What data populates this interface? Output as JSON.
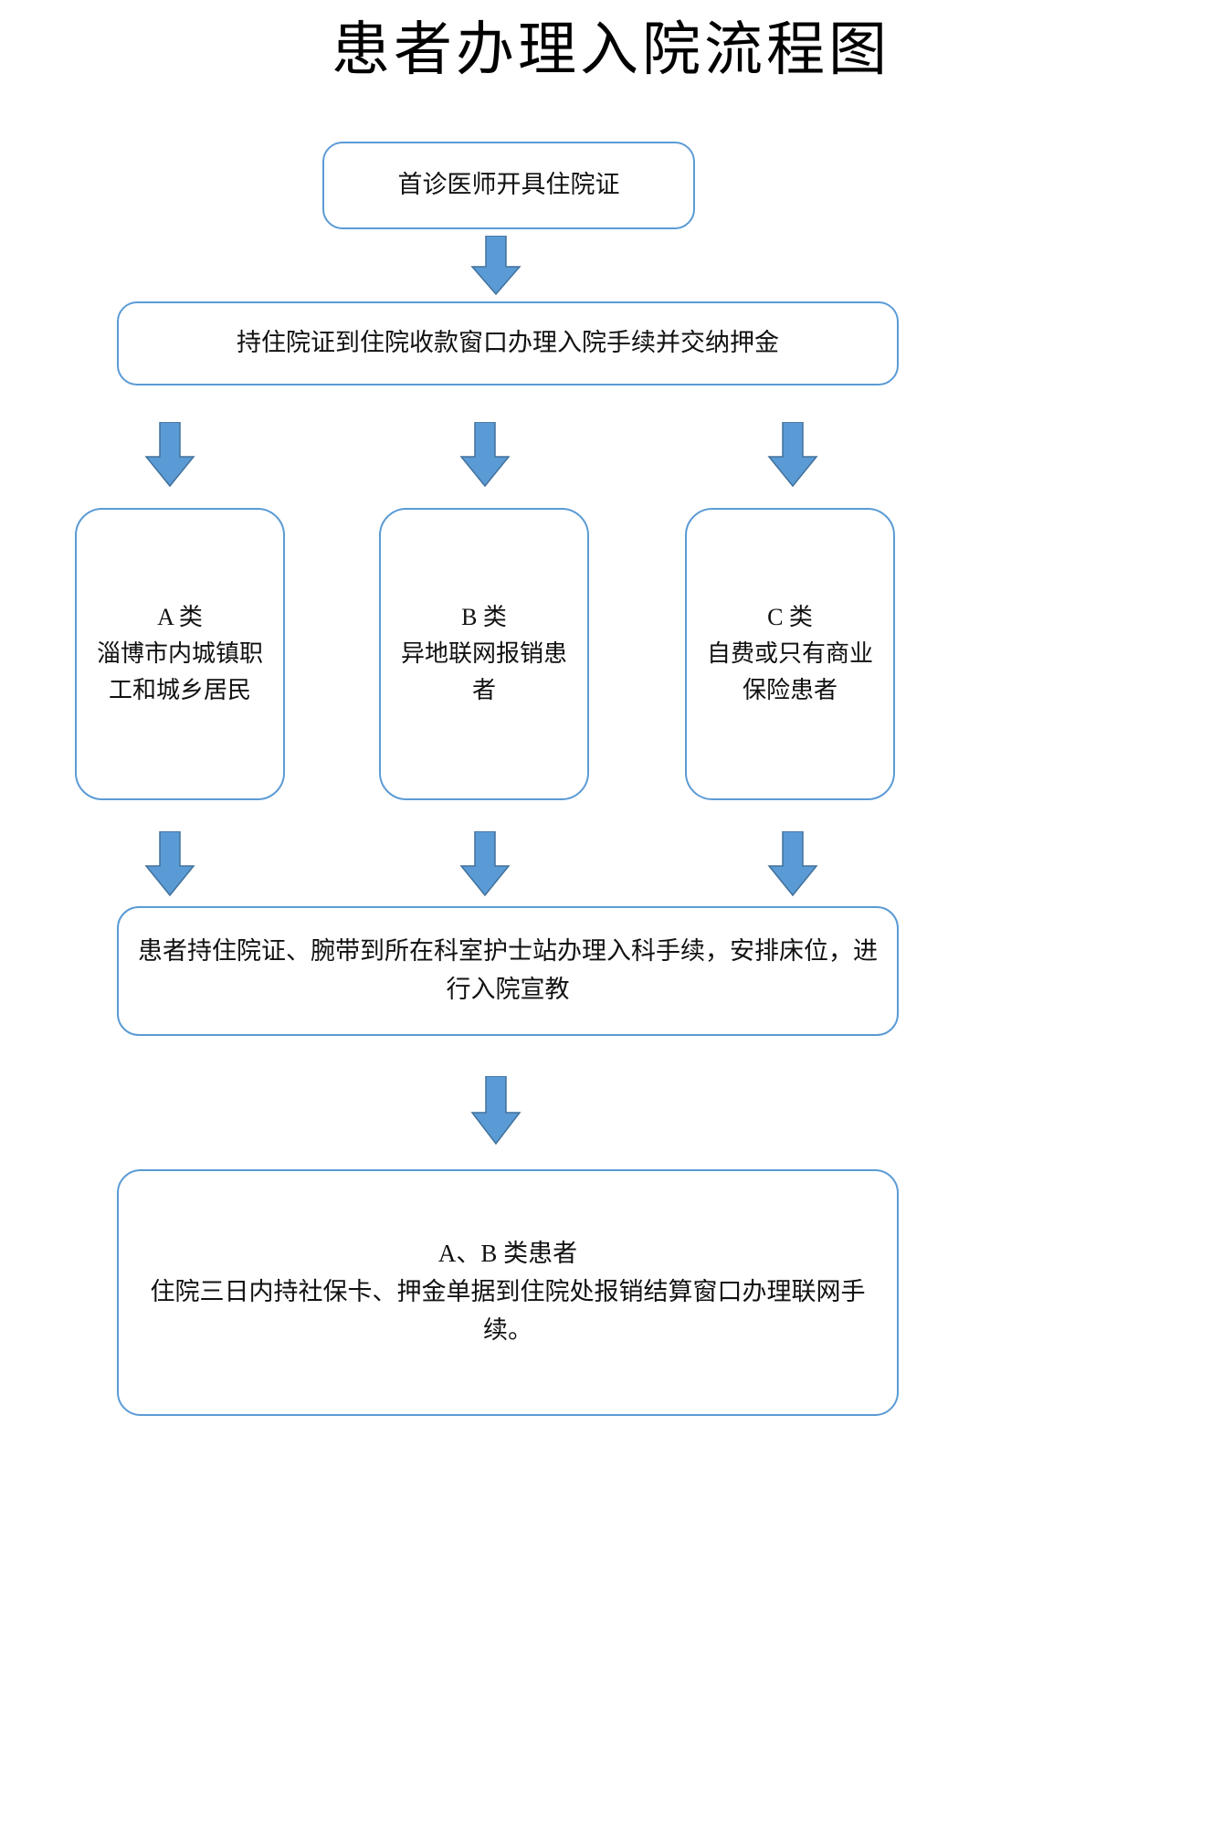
{
  "document": {
    "title": "患者办理入院流程图",
    "language": "zh-CN",
    "type": "flowchart"
  },
  "theme": {
    "box_border_color": "#5B9BD5",
    "box_fill_color": "#FFFFFF",
    "arrow_fill_color": "#5B9BD5",
    "arrow_stroke_color": "#41719C",
    "text_color": "#111111",
    "page_background": "#FFFFFF"
  },
  "flow": {
    "nodes": [
      {
        "id": "doctor-order",
        "label": "首诊医师开具住院证",
        "shape": "rounded-rect",
        "level": 1
      },
      {
        "id": "payment-window",
        "label": "持住院证到住院收款窗口办理入院手续并交纳押金",
        "shape": "rounded-rect",
        "level": 2
      },
      {
        "id": "cat-a",
        "label": "A 类\n淄博市内城镇职工和城乡居民",
        "shape": "rounded-rect",
        "level": 3,
        "category": "A"
      },
      {
        "id": "cat-b",
        "label": "B 类\n异地联网报销患者",
        "shape": "rounded-rect",
        "level": 3,
        "category": "B"
      },
      {
        "id": "cat-c",
        "label": "C 类\n自费或只有商业保险患者",
        "shape": "rounded-rect",
        "level": 3,
        "category": "C"
      },
      {
        "id": "ward-admit",
        "label": "患者持住院证、腕带到所在科室护士站办理入科手续，安排床位，进行入院宣教",
        "shape": "rounded-rect",
        "level": 4
      },
      {
        "id": "settlement",
        "label": "A、B 类患者\n住院三日内持社保卡、押金单据到住院处报销结算窗口办理联网手续。",
        "shape": "rounded-rect",
        "level": 5
      }
    ],
    "arrows": [
      {
        "id": "arrow-1",
        "from": "doctor-order",
        "to": "payment-window",
        "direction": "down",
        "icon": "arrow-down-icon"
      },
      {
        "id": "arrow-2a",
        "from": "payment-window",
        "to": "cat-a",
        "direction": "down",
        "icon": "arrow-down-icon"
      },
      {
        "id": "arrow-2b",
        "from": "payment-window",
        "to": "cat-b",
        "direction": "down",
        "icon": "arrow-down-icon"
      },
      {
        "id": "arrow-2c",
        "from": "payment-window",
        "to": "cat-c",
        "direction": "down",
        "icon": "arrow-down-icon"
      },
      {
        "id": "arrow-3a",
        "from": "cat-a",
        "to": "ward-admit",
        "direction": "down",
        "icon": "arrow-down-icon"
      },
      {
        "id": "arrow-3b",
        "from": "cat-b",
        "to": "ward-admit",
        "direction": "down",
        "icon": "arrow-down-icon"
      },
      {
        "id": "arrow-3c",
        "from": "cat-c",
        "to": "ward-admit",
        "direction": "down",
        "icon": "arrow-down-icon"
      },
      {
        "id": "arrow-4",
        "from": "ward-admit",
        "to": "settlement",
        "direction": "down",
        "icon": "arrow-down-icon"
      }
    ]
  }
}
